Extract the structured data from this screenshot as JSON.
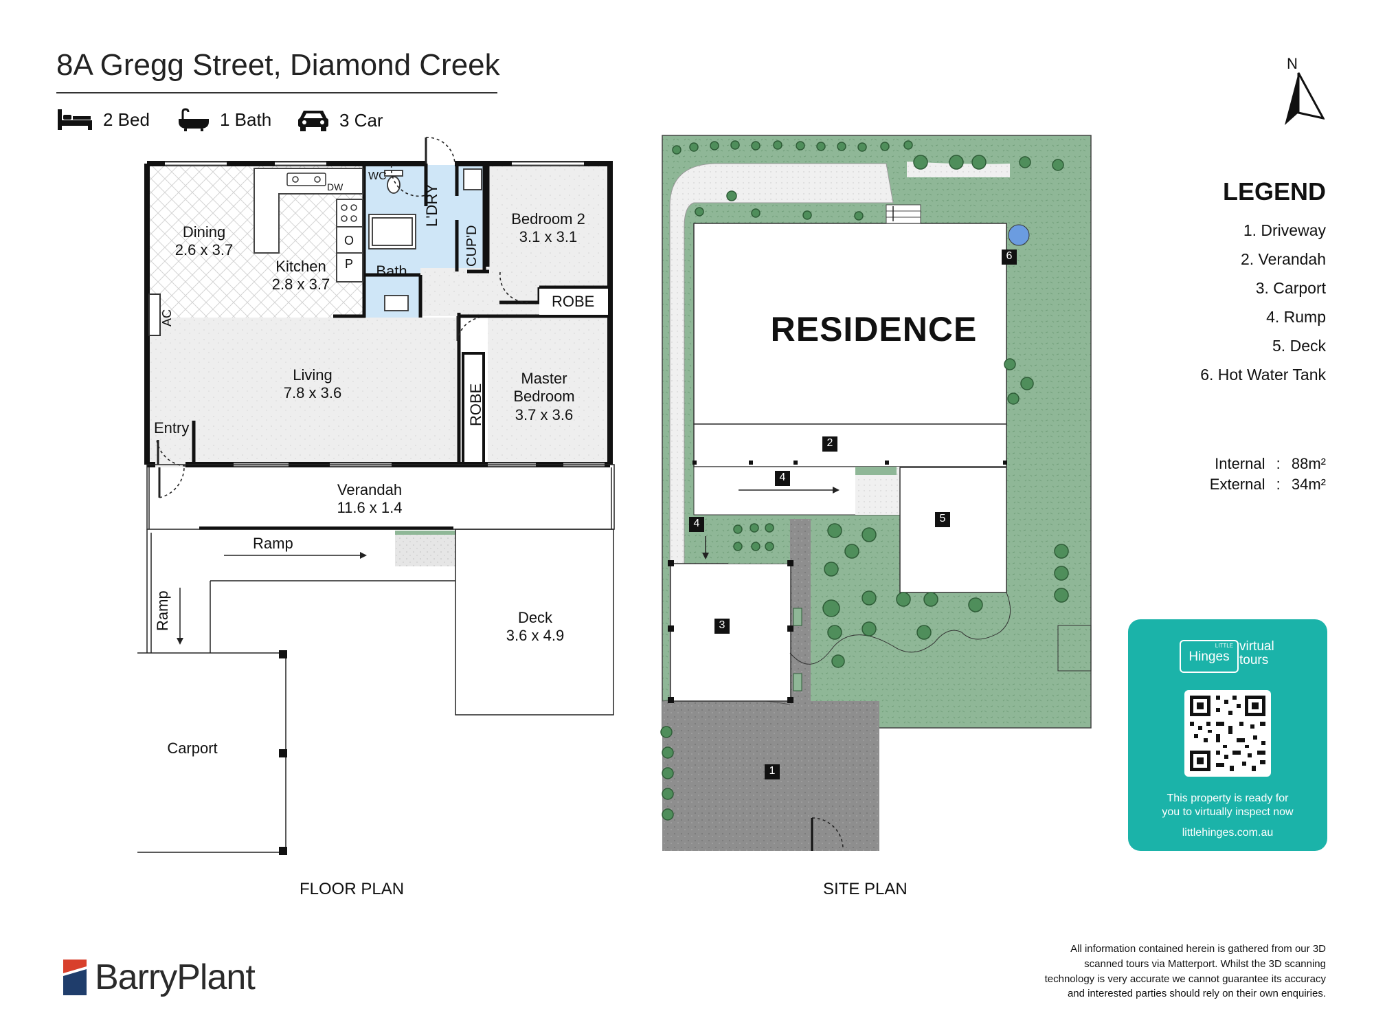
{
  "header": {
    "title": "8A Gregg Street, Diamond Creek",
    "features": [
      {
        "icon": "bed-icon",
        "label": "2 Bed"
      },
      {
        "icon": "bath-icon",
        "label": "1 Bath"
      },
      {
        "icon": "car-icon",
        "label": "3 Car"
      }
    ]
  },
  "north": {
    "label": "N"
  },
  "floor_plan": {
    "caption": "FLOOR PLAN",
    "rooms": {
      "dining": {
        "name": "Dining",
        "dims": "2.6 x 3.7"
      },
      "kitchen": {
        "name": "Kitchen",
        "dims": "2.8 x 3.7"
      },
      "bedroom2": {
        "name": "Bedroom 2",
        "dims": "3.1 x 3.1"
      },
      "living": {
        "name": "Living",
        "dims": "7.8 x 3.6"
      },
      "master": {
        "name1": "Master",
        "name2": "Bedroom",
        "dims": "3.7 x 3.6"
      },
      "verandah": {
        "name": "Verandah",
        "dims": "11.6 x 1.4"
      },
      "deck": {
        "name": "Deck",
        "dims": "3.6 x 4.9"
      },
      "carport": {
        "name": "Carport"
      },
      "bath": {
        "name": "Bath"
      }
    },
    "labels": {
      "wc": "WC",
      "dw": "DW",
      "o": "O",
      "p": "P",
      "ldry": "L'DRY",
      "cupd": "CUP'D",
      "robe": "ROBE",
      "robe_vertical": "ROBE",
      "ac": "AC",
      "entry": "Entry",
      "ramp_h": "Ramp",
      "ramp_v": "Ramp"
    }
  },
  "site_plan": {
    "caption": "SITE PLAN",
    "residence": "RESIDENCE",
    "markers": [
      "1",
      "2",
      "3",
      "4",
      "4",
      "5",
      "6"
    ]
  },
  "legend": {
    "title": "LEGEND",
    "items": [
      "1. Driveway",
      "2. Verandah",
      "3. Carport",
      "4. Rump",
      "5. Deck",
      "6. Hot Water Tank"
    ]
  },
  "areas": {
    "internal_label": "Internal",
    "internal_value": "88m²",
    "external_label": "External",
    "external_value": "34m²"
  },
  "virtual_tour": {
    "brand_small": "LITTLE",
    "brand_name": "Hinges",
    "brand_word1": "virtual",
    "brand_word2": "tours",
    "tagline1": "This property is ready for",
    "tagline2": "you to virtually inspect now",
    "url": "littlehinges.com.au"
  },
  "disclaimer": [
    "All information contained herein is gathered from our 3D",
    "scanned tours via Matterport. Whilst the 3D scanning",
    "technology is very accurate we cannot guarantee its accuracy",
    "and interested parties should rely on their own enquiries."
  ],
  "brand": {
    "name": "BarryPlant"
  },
  "colors": {
    "accent": "#1bb3a9",
    "lawn": "#8fb797",
    "wet_area": "#cfe6f7",
    "driveway": "#8a8a8a",
    "brand_red": "#d8402c",
    "brand_navy": "#1f3d6b"
  }
}
